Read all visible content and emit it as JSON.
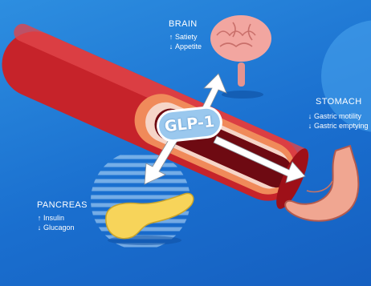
{
  "hormone": {
    "label": "GLP-1"
  },
  "organs": {
    "brain": {
      "name": "BRAIN",
      "effects": [
        {
          "direction": "up",
          "text": "Satiety"
        },
        {
          "direction": "down",
          "text": "Appetite"
        }
      ]
    },
    "stomach": {
      "name": "STOMACH",
      "effects": [
        {
          "direction": "down",
          "text": "Gastric motility"
        },
        {
          "direction": "down",
          "text": "Gastric emptying"
        }
      ]
    },
    "pancreas": {
      "name": "PANCREAS",
      "effects": [
        {
          "direction": "up",
          "text": "Insulin"
        },
        {
          "direction": "down",
          "text": "Glucagon"
        }
      ]
    }
  },
  "colors": {
    "background": "#1a6fcf",
    "vessel_wall": "#b8141c",
    "vessel_lumen": "#6e0a12",
    "brain": "#f2a6a0",
    "stomach": "#f0a691",
    "pancreas": "#f7d45a"
  }
}
